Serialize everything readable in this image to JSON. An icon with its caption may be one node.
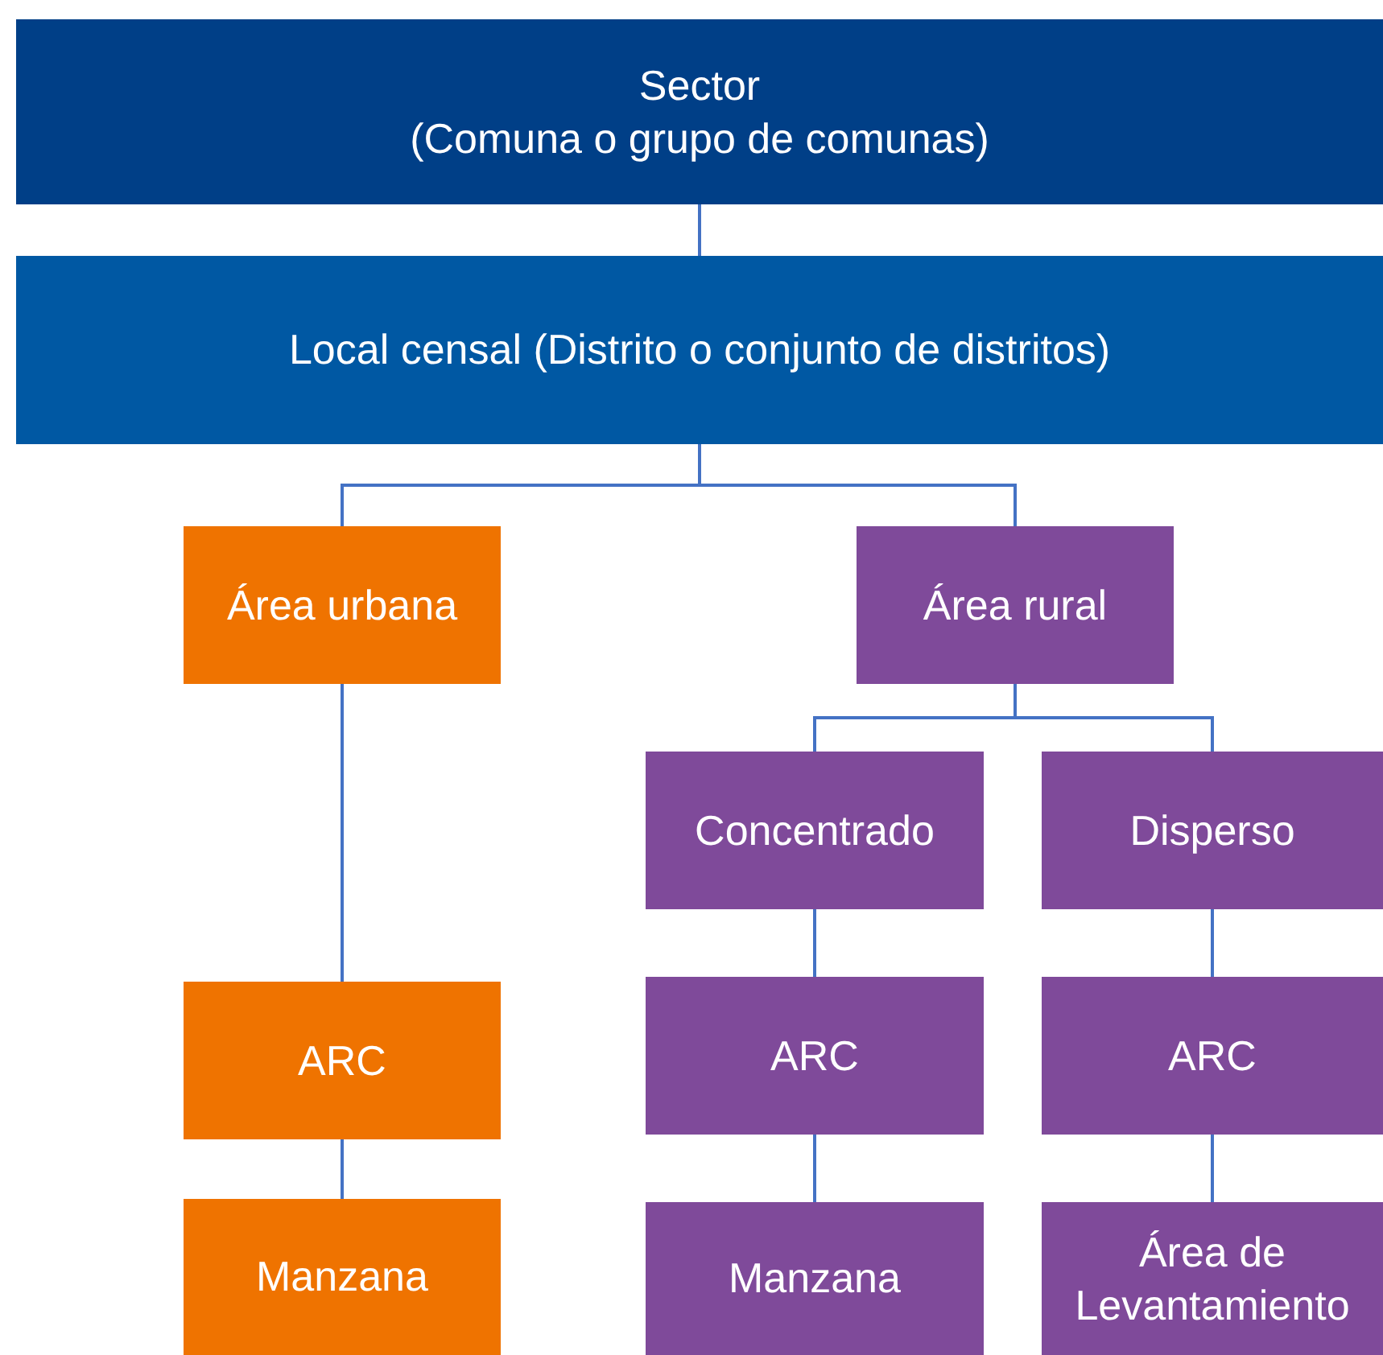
{
  "diagram": {
    "nodes": [
      {
        "text": [
          "Sector",
          "(Comuna o grupo de comunas)"
        ]
      },
      {
        "text": [
          "Local censal (Distrito o conjunto de distritos)"
        ]
      },
      {
        "text": [
          "Área urbana"
        ]
      },
      {
        "text": [
          "Área rural"
        ]
      },
      {
        "text": [
          "Concentrado"
        ]
      },
      {
        "text": [
          "Disperso"
        ]
      },
      {
        "text": [
          "ARC"
        ]
      },
      {
        "text": [
          "Manzana"
        ]
      },
      {
        "text": [
          "ARC"
        ]
      },
      {
        "text": [
          "ARC"
        ]
      },
      {
        "text": [
          "Manzana"
        ]
      },
      {
        "text": [
          "Área de Levantamiento"
        ]
      }
    ],
    "edges": [
      {
        "from": 0,
        "to": 1,
        "arrow": "none"
      },
      {
        "from": 1,
        "to": 2,
        "arrow": "none"
      },
      {
        "from": 1,
        "to": 3,
        "arrow": "none"
      },
      {
        "from": 3,
        "to": 4,
        "arrow": "none"
      },
      {
        "from": 3,
        "to": 5,
        "arrow": "none"
      },
      {
        "from": 2,
        "to": 6,
        "arrow": "none"
      },
      {
        "from": 6,
        "to": 7,
        "arrow": "none"
      },
      {
        "from": 4,
        "to": 8,
        "arrow": "none"
      },
      {
        "from": 8,
        "to": 10,
        "arrow": "none"
      },
      {
        "from": 5,
        "to": 9,
        "arrow": "none"
      },
      {
        "from": 9,
        "to": 11,
        "arrow": "none"
      }
    ]
  }
}
